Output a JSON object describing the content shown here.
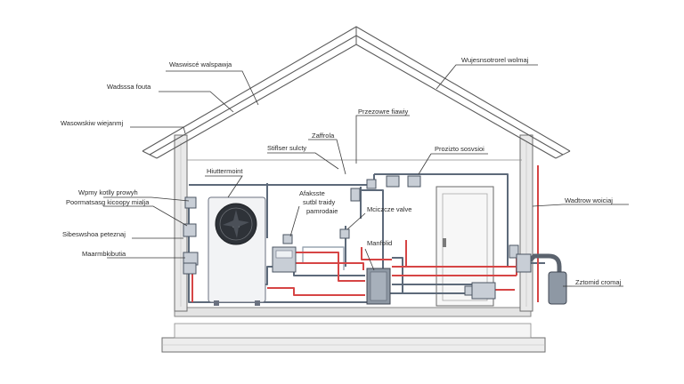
{
  "labels": {
    "roof_insulation": "Waswiscé walspawja",
    "heat_source": "Wadsssa fouta",
    "attic_space": "Wasowskiw wiejanmj",
    "ventilation_top": "Wujesnsotrorel wolmaj",
    "pipe_fitting": "Przezowre fiawiy",
    "buffer_tank": "Zaffrola",
    "sensor_unit": "Stiflser sulcty",
    "hot_water_unit": "Hiuttermoint",
    "pressure_gauge": "Prozizto sosvsioi",
    "heat_pump_left": "Wpmy kotlly prowyh",
    "heat_pump_left_2": "Poormatsasg kicoopy mialja",
    "electric_heater": "Afaksste",
    "electric_heater_2": "sutbl traidy",
    "electric_heater_3": "pamrodaie",
    "mixing_valve": "Mciczcze valve",
    "door_side": "Wadtrow woiciaj",
    "floor_heating": "Sibeswshoa peteznaj",
    "floor_pipes": "Maarmbkibutia",
    "manifold": "Manfolid",
    "expansion_vessel": "Zztomid cromaj"
  }
}
